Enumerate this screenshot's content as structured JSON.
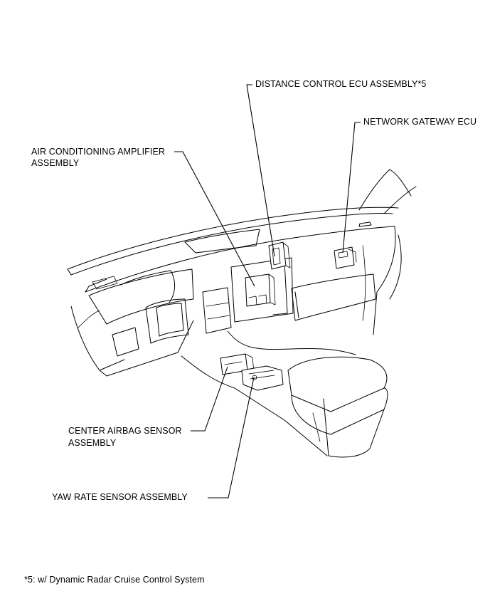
{
  "labels": {
    "distance_control_ecu": "DISTANCE CONTROL ECU ASSEMBLY*5",
    "network_gateway_ecu": "NETWORK GATEWAY ECU",
    "air_conditioning_line1": "AIR CONDITIONING AMPLIFIER",
    "air_conditioning_line2": "ASSEMBLY",
    "center_airbag_line1": "CENTER AIRBAG SENSOR",
    "center_airbag_line2": "ASSEMBLY",
    "yaw_rate_sensor": "YAW RATE SENSOR ASSEMBLY"
  },
  "footnote": "*5: w/ Dynamic Radar Cruise Control System",
  "colors": {
    "ink": "#000000",
    "background": "#ffffff"
  }
}
